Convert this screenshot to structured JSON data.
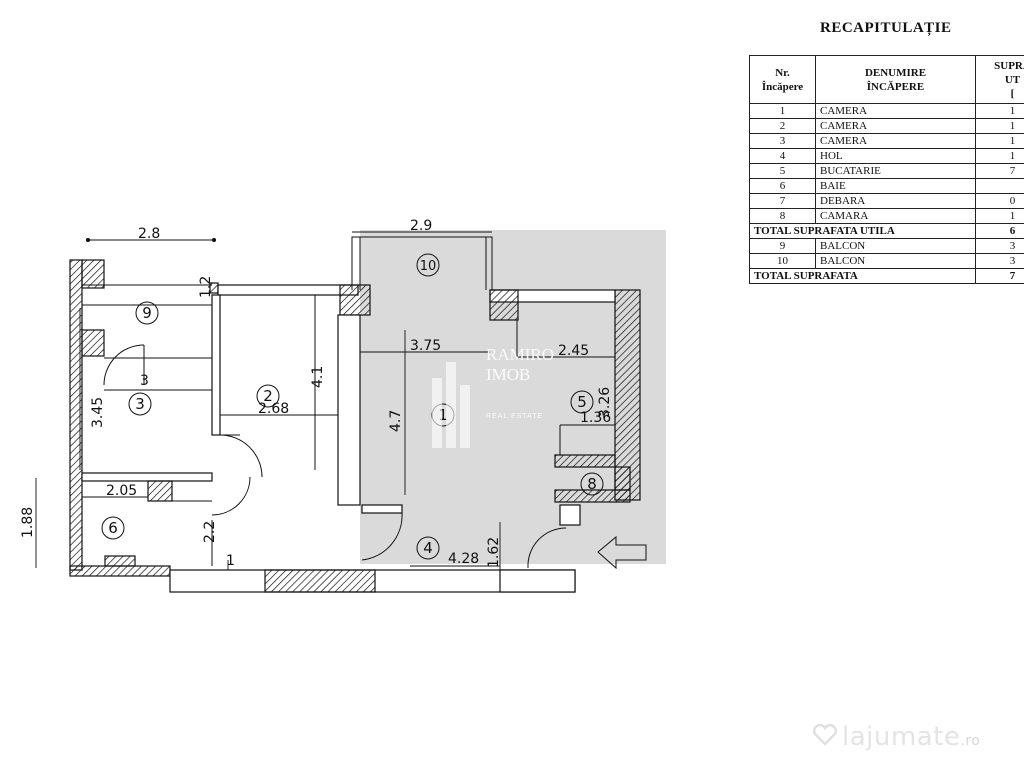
{
  "recap": {
    "title": "RECAPITULAȚIE",
    "headers": {
      "nr": "Nr.\nÎncăpere",
      "name": "DENUMIRE\nÎNCĂPERE",
      "area": "SUPRA\nUT\n["
    },
    "rows": [
      {
        "nr": "1",
        "name": "CAMERA",
        "area": "1"
      },
      {
        "nr": "2",
        "name": "CAMERA",
        "area": "1"
      },
      {
        "nr": "3",
        "name": "CAMERA",
        "area": "1"
      },
      {
        "nr": "4",
        "name": "HOL",
        "area": "1"
      },
      {
        "nr": "5",
        "name": "BUCATARIE",
        "area": "7"
      },
      {
        "nr": "6",
        "name": "BAIE",
        "area": ""
      },
      {
        "nr": "7",
        "name": "DEBARA",
        "area": "0"
      },
      {
        "nr": "8",
        "name": "CAMARA",
        "area": "1"
      }
    ],
    "total_util": {
      "label": "TOTAL SUPRAFATA UTILA",
      "area": "6"
    },
    "balcony_rows": [
      {
        "nr": "9",
        "name": "BALCON",
        "area": "3"
      },
      {
        "nr": "10",
        "name": "BALCON",
        "area": "3"
      }
    ],
    "total": {
      "label": "TOTAL SUPRAFATA",
      "area": "7"
    }
  },
  "plan": {
    "rooms": [
      "1",
      "2",
      "3",
      "4",
      "5",
      "6",
      "8",
      "9",
      "10"
    ],
    "dimensions": {
      "top_left": "2.8",
      "top_balcony": "2.9",
      "balcony9_h": "1.2",
      "room3_w": "3",
      "room3_h": "3.45",
      "room2_w": "2.68",
      "room2_h": "4.1",
      "room1_w": "3.75",
      "room1_h": "4.7",
      "kitchen_w": "2.45",
      "kitchen_h": "3.26",
      "pantry_w": "1.36",
      "bath_w": "2.05",
      "bath_h": "1.88",
      "hall_a": "2.2",
      "hall_b": "1",
      "hall_w": "4.28",
      "hall_h": "1.62"
    }
  },
  "watermark": {
    "agency_line1": "RAMIRO",
    "agency_line2": "IMOB",
    "agency_line3": "REAL ESTATE",
    "site_name": "lajumate",
    "site_tld": ".ro"
  },
  "colors": {
    "wall_fill": "#ffffff",
    "line": "#111111",
    "overlay": "#d6d6d6"
  }
}
